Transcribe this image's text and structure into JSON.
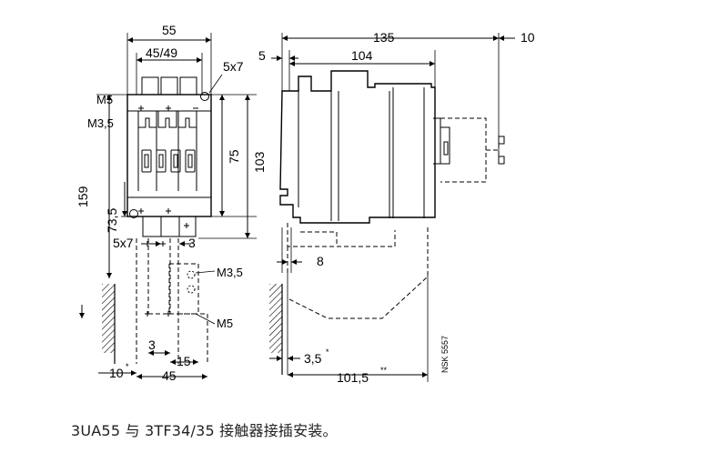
{
  "front_view": {
    "width_total": "55",
    "width_inner": "45/49",
    "slot_top": "5x7",
    "label_m5": "M5",
    "label_m35": "M3,5",
    "height_75": "75",
    "height_103": "103",
    "height_159": "159",
    "height_73_5": "73,5",
    "slot_bottom": "5x7",
    "offset_3_top": "3",
    "label_m35_lower": "M3,5",
    "label_m5_lower": "M5",
    "offset_3_bottom": "3",
    "offset_15": "15",
    "wall_10": "10",
    "wall_10_mark": "*",
    "width_45": "45"
  },
  "side_view": {
    "depth_135": "135",
    "depth_10": "10",
    "offset_5": "5",
    "depth_104": "104",
    "offset_8": "8",
    "wall_3_5": "3,5",
    "wall_3_5_mark": "*",
    "depth_101_5": "101,5",
    "depth_101_5_mark": "**",
    "drawing_code": "NSK 5557"
  },
  "caption": "3UA55 与 3TF34/35 接触器接插安装。"
}
